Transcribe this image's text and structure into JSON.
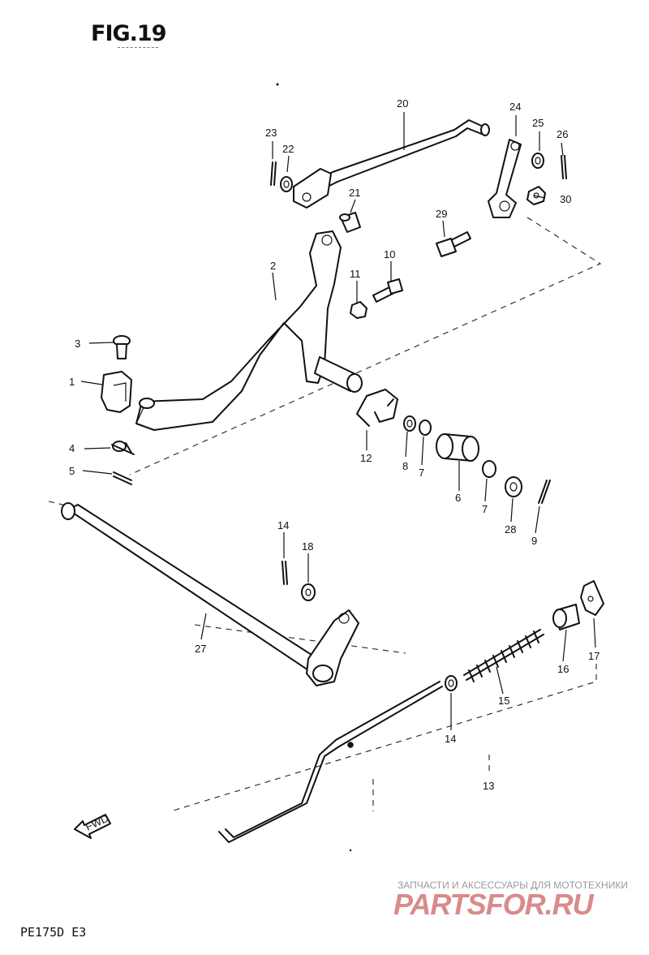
{
  "figure": {
    "title": "FIG.19",
    "model_code": "PE175D E3"
  },
  "direction_marker": {
    "label": "FWD",
    "icon": "forward-arrow-icon"
  },
  "watermark": {
    "caption": "ЗАПЧАСТИ И АКСЕССУАРЫ ДЛЯ МОТОТЕХНИКИ",
    "logo_text": "PARTSFOR.RU",
    "color": "#d98a8a"
  },
  "callouts": {
    "p1": "1",
    "p2": "2",
    "p3": "3",
    "p4": "4",
    "p5": "5",
    "p6": "6",
    "p7a": "7",
    "p7b": "7",
    "p8": "8",
    "p9": "9",
    "p10": "10",
    "p11": "11",
    "p12": "12",
    "p13": "13",
    "p14a": "14",
    "p14b": "14",
    "p15": "15",
    "p16": "16",
    "p17": "17",
    "p18": "18",
    "p20": "20",
    "p21": "21",
    "p22": "22",
    "p23": "23",
    "p24": "24",
    "p25": "25",
    "p26": "26",
    "p27": "27",
    "p28": "28",
    "p29": "29",
    "p30": "30"
  }
}
